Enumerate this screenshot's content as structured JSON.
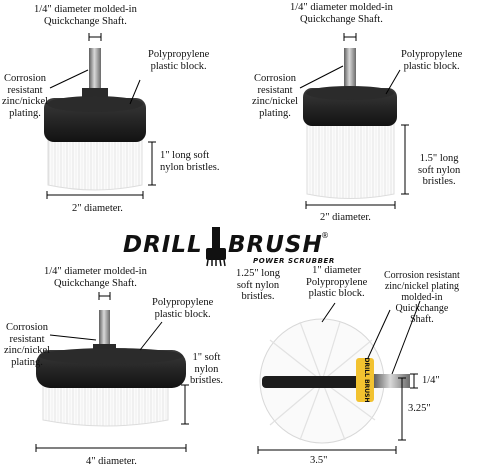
{
  "logo": {
    "word1": "DRILL",
    "word2": "BRUSH",
    "tagline": "POWER SCRUBBER",
    "mark": "®"
  },
  "panel_top_left": {
    "shaft": "1/4\" diameter molded-in\nQuickchange Shaft.",
    "block": "Polypropylene\nplastic block.",
    "plating": "Corrosion\nresistant\nzinc/nickel\nplating.",
    "bristles": "1\" long soft\nnylon bristles.",
    "diameter": "2\" diameter."
  },
  "panel_top_right": {
    "shaft": "1/4\" diameter molded-in\nQuickchange Shaft.",
    "block": "Polypropylene\nplastic block.",
    "plating": "Corrosion\nresistant\nzinc/nickel\nplating.",
    "bristles": "1.5\" long\nsoft nylon\nbristles.",
    "diameter": "2\" diameter."
  },
  "panel_bottom_left": {
    "shaft": "1/4\" diameter molded-in\nQuickchange Shaft.",
    "block": "Polypropylene\nplastic block.",
    "plating": "Corrosion\nresistant\nzinc/nickel\nplating.",
    "bristles": "1\" soft\nnylon\nbristles.",
    "diameter": "4\" diameter."
  },
  "panel_bottom_right": {
    "bristles": "1.25\" long\nsoft nylon\nbristles.",
    "block": "1\" diameter\nPolypropylene\nplastic block.",
    "plating": "Corrosion resistant\nzinc/nickel plating\nmolded-in\nQuickchange\nShaft.",
    "shaft_dim": "1/4\"",
    "length": "3.25\"",
    "diameter": "3.5\"",
    "handle_text": "DRILL BRUSH"
  },
  "colors": {
    "bristle": "#ffffff",
    "block": "#1c1c1c",
    "shaft": "#8a8a8a",
    "collar": "#f2c230"
  }
}
